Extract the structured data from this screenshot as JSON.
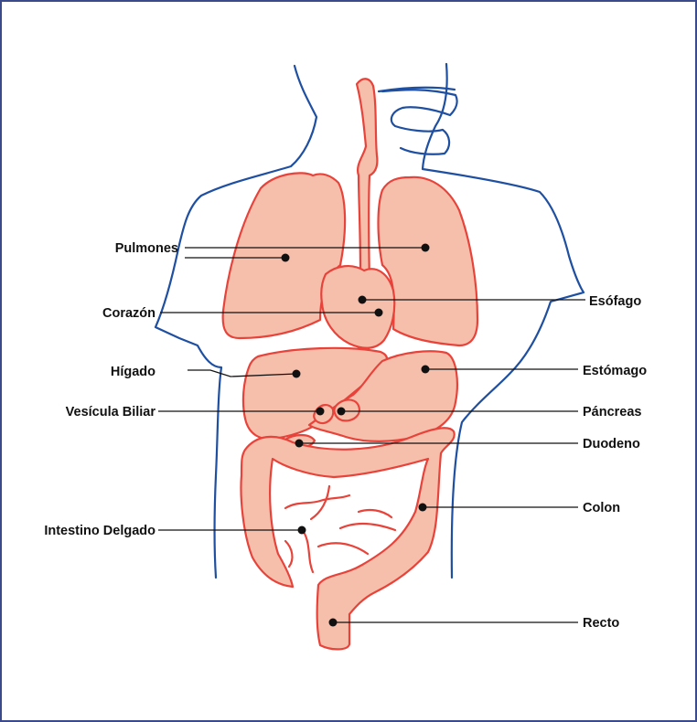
{
  "colors": {
    "frame": "#3b4a8a",
    "body_outline": "#1f4fa0",
    "organ_fill": "#f6bfac",
    "organ_stroke": "#e8433a",
    "label_text": "#111111"
  },
  "labels": {
    "pulmones": "Pulmones",
    "corazon": "Corazón",
    "higado": "Hígado",
    "vesicula": "Vesícula Biliar",
    "intestino_delgado": "Intestino Delgado",
    "esofago": "Esófago",
    "estomago": "Estómago",
    "pancreas": "Páncreas",
    "duodeno": "Duodeno",
    "colon": "Colon",
    "recto": "Recto"
  }
}
